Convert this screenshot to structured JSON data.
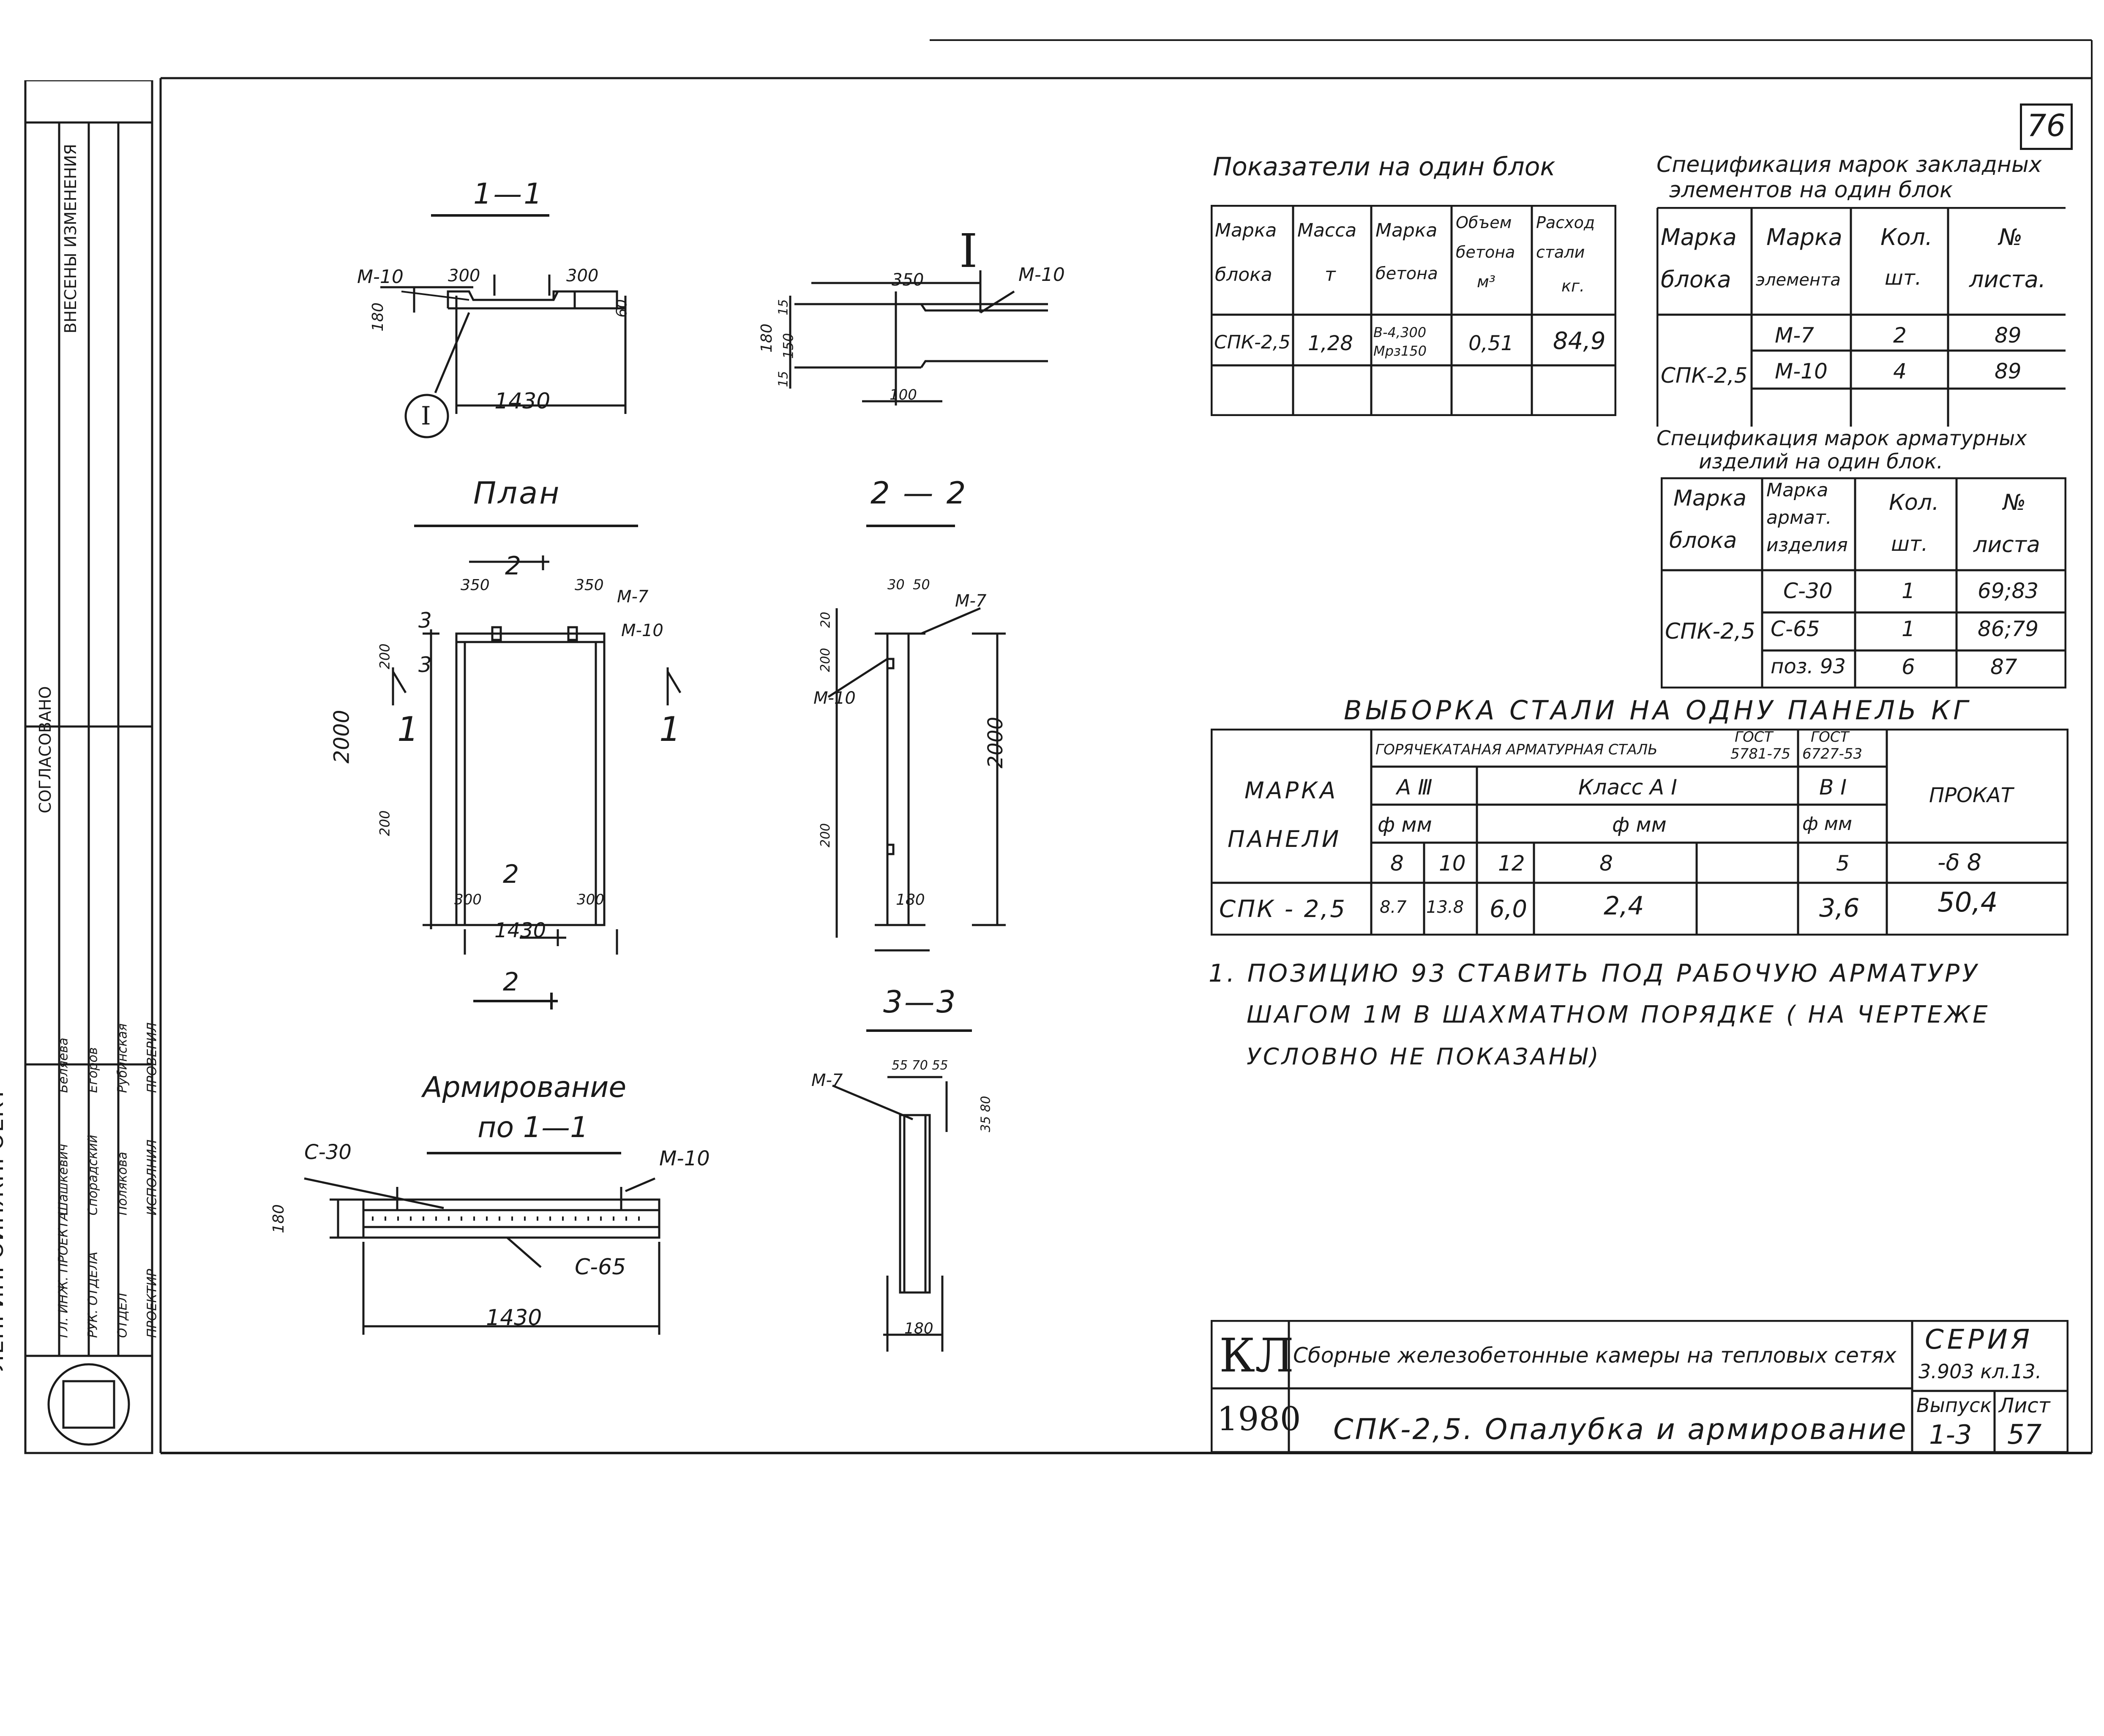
{
  "sheet_number": "76",
  "section_1_1": {
    "title": "1—1",
    "dim_m10": "М-10",
    "dim_300a": "300",
    "dim_300b": "300",
    "dim_180": "180",
    "dim_60": "60",
    "dim_1430": "1430",
    "callout": "I"
  },
  "detail_I": {
    "label": "I",
    "dim_350": "350",
    "dim_m10": "М-10",
    "dim_180": "180",
    "dim_150": "150",
    "dim_15a": "15",
    "dim_15b": "15",
    "dim_100": "100"
  },
  "plan": {
    "title": "План",
    "dim_350a": "350",
    "dim_350b": "350",
    "m7": "М-7",
    "m10": "М-10",
    "dim_200a": "200",
    "dim_200b": "200",
    "dim_2000": "2000",
    "dim_300a": "300",
    "dim_300b": "300",
    "dim_1430": "1430",
    "cut_1": "1",
    "cut_2": "2",
    "cut_3": "3"
  },
  "section_2_2": {
    "title": "2 — 2",
    "dim_30": "30",
    "dim_50": "50",
    "dim_20a": "20",
    "dim_200a": "200",
    "dim_200b": "200",
    "dim_2000": "2000",
    "dim_180": "180",
    "m7": "М-7",
    "m10": "М-10"
  },
  "section_3_3": {
    "title": "3—3",
    "m7": "М-7",
    "dims_top": "55 70 55",
    "dims_side": "35 80",
    "dim_180": "180"
  },
  "reinforcement": {
    "title": "Армирование",
    "subtitle": "по 1—1",
    "c30": "С-30",
    "m10": "М-10",
    "c65": "С-65",
    "dim_180": "180",
    "dim_1430": "1430"
  },
  "indicators_table": {
    "title": "Показатели на один блок",
    "headers": [
      [
        "Марка",
        "блока"
      ],
      [
        "Масса",
        "т"
      ],
      [
        "Марка",
        "бетона"
      ],
      [
        "Объем",
        "бетона",
        "м³"
      ],
      [
        "Расход",
        "стали",
        "кг."
      ]
    ],
    "row": [
      "СПК-2,5",
      "1,28",
      "В-4,300 Мрз150",
      "0,51",
      "84,9"
    ]
  },
  "embedded_spec": {
    "title_line1": "Спецификация марок закладных",
    "title_line2": "элементов на один блок",
    "headers": [
      [
        "Марка",
        "блока"
      ],
      [
        "Марка",
        "элемента"
      ],
      [
        "Кол.",
        "шт."
      ],
      [
        "№",
        "листа."
      ]
    ],
    "block": "СПК-2,5",
    "rows": [
      [
        "М-7",
        "2",
        "89"
      ],
      [
        "М-10",
        "4",
        "89"
      ]
    ]
  },
  "rebar_spec": {
    "title_line1": "Спецификация марок арматурных",
    "title_line2": "изделий на один блок.",
    "headers": [
      [
        "Марка",
        "блока"
      ],
      [
        "Марка",
        "армат.",
        "изделия"
      ],
      [
        "Кол.",
        "шт."
      ],
      [
        "№",
        "листа"
      ]
    ],
    "block": "СПК-2,5",
    "rows": [
      [
        "С-30",
        "1",
        "69;83"
      ],
      [
        "С-65",
        "1",
        "86;79"
      ],
      [
        "поз. 93",
        "6",
        "87"
      ]
    ]
  },
  "steel_selection": {
    "title": "Выборка стали на одну панель кг",
    "col_mark": [
      "МАРКА",
      "ПАНЕЛИ"
    ],
    "hot_rolled": "Горячекатаная арматурная сталь",
    "gost_1": [
      "ГОСТ",
      "5781-75"
    ],
    "gost_2": [
      "ГОСТ",
      "6727-53"
    ],
    "class_a3": "А Ⅲ",
    "class_a1": "Класс А Ⅰ",
    "class_b1": "В Ⅰ",
    "phi_mm": "ф мм",
    "rolled": "ПРОКАТ",
    "diameters": [
      "8",
      "10",
      "12",
      "8",
      "",
      "5",
      "-δ 8"
    ],
    "row_mark": "СПК - 2,5",
    "values": [
      "8.7",
      "13.8",
      "6,0",
      "2,4",
      "",
      "3,6",
      "50,4"
    ]
  },
  "note": {
    "line1": "1. Позицию 93 ставить под рабочую арматуру",
    "line2": "шагом 1м в шахматном порядке ( на чертеже",
    "line3": "условно не показаны)"
  },
  "title_block": {
    "code": "КЛ",
    "year": "1980",
    "description": "Сборные железобетонные камеры на тепловых сетях",
    "drawing_title": "СПК-2,5. Опалубка и армирование",
    "series_label": "СЕРИЯ",
    "series_value": "3.903 кл.13.",
    "issue_label": "Выпуск",
    "issue_value": "1-3",
    "sheet_label": "Лист",
    "sheet_value": "57"
  },
  "side_stamp": {
    "org": "ЛЕНГИПРОИНЖПРОЕКТ",
    "agreed": "СОГЛАСОВАНО",
    "changes": "ВНЕСЕНЫ ИЗМЕНЕНИЯ",
    "rows": [
      "ГЛ. ИНЖ. ПРОЕКТА",
      "РУК. ОТДЕЛА",
      "ОТДЕЛ",
      "ПРОЕКТИР",
      "ИСПОЛНИЛ",
      "ПРОВЕРИЛ"
    ],
    "names": [
      "Шашкевич",
      "Спорадский",
      "Полякова",
      "Беляева",
      "Егоров",
      "Рубинская"
    ]
  }
}
